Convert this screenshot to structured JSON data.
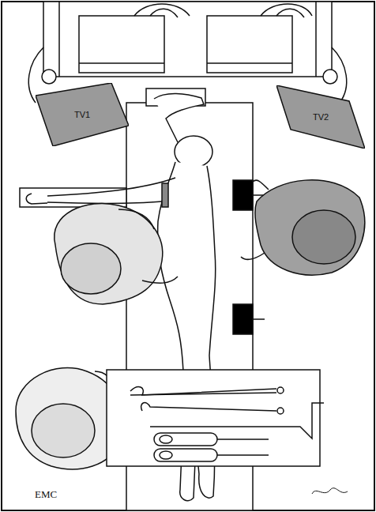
{
  "diagram": {
    "nodes": [
      {
        "text": [
          "TV1"
        ]
      },
      {
        "text": [
          "TV2"
        ]
      }
    ],
    "labels": [
      "EMC"
    ]
  }
}
